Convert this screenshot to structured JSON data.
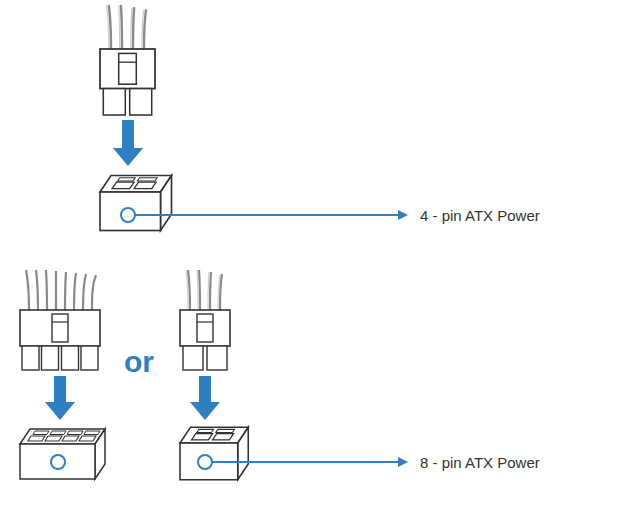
{
  "diagram": {
    "labels": [
      "4 - pin ATX Power",
      "or",
      "8 - pin ATX Power"
    ]
  }
}
